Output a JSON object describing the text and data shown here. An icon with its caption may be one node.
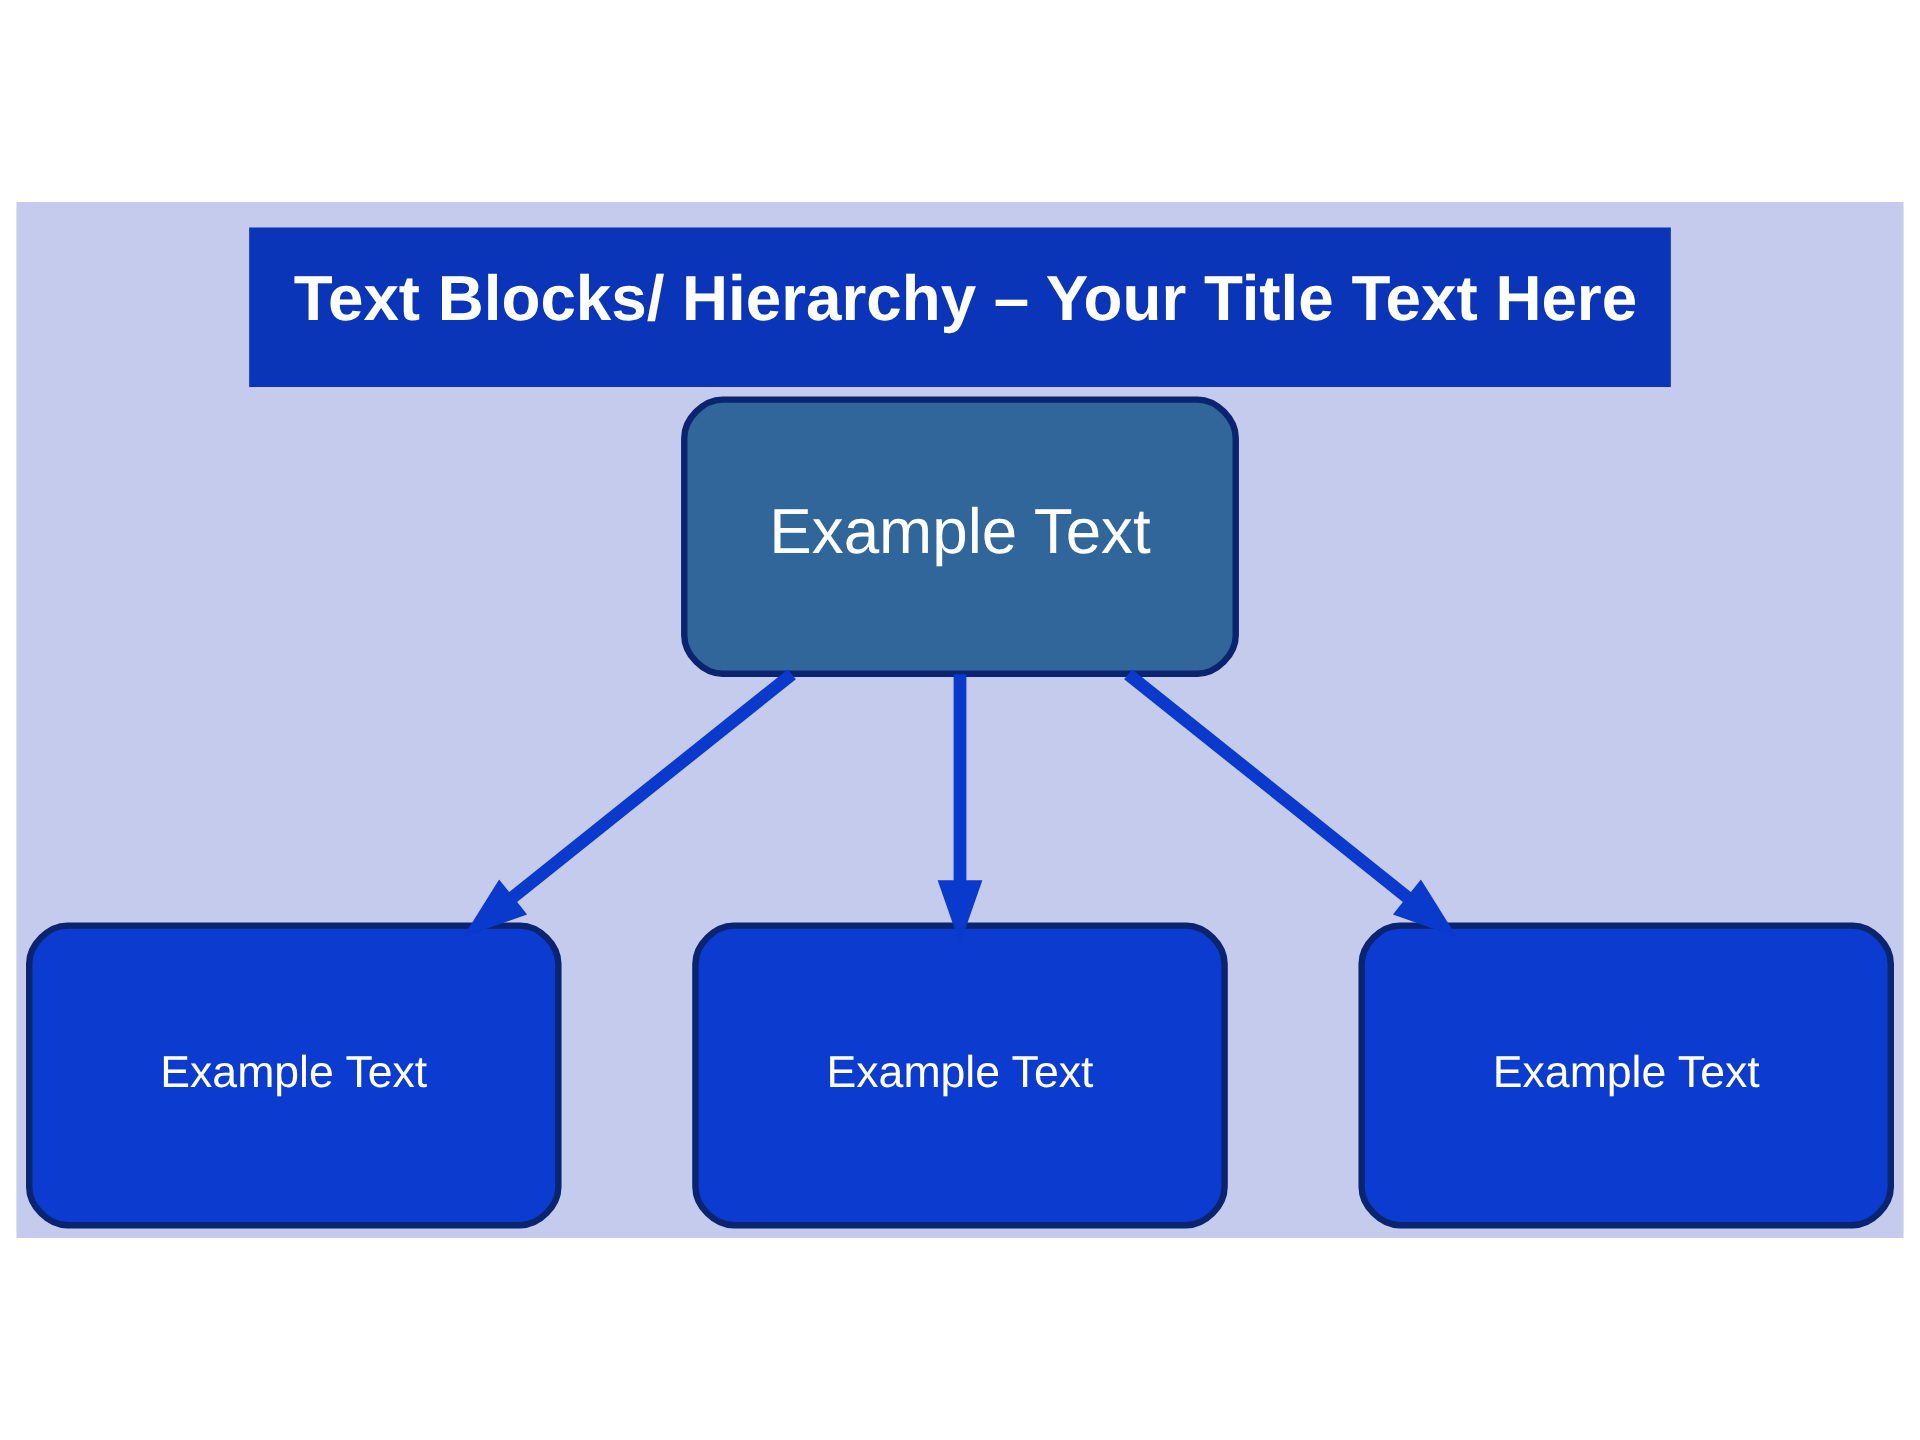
{
  "diagram": {
    "title": "Text Blocks/ Hierarchy – Your Title Text Here",
    "nodes": [
      {
        "text": [
          "Example Text"
        ]
      },
      {
        "text": [
          "Example Text"
        ]
      },
      {
        "text": [
          "Example Text"
        ]
      },
      {
        "text": [
          "Example Text"
        ]
      }
    ],
    "edges": [
      {
        "from": 0,
        "to": 1,
        "arrow": "to"
      },
      {
        "from": 0,
        "to": 2,
        "arrow": "to"
      },
      {
        "from": 0,
        "to": 3,
        "arrow": "to"
      }
    ]
  }
}
